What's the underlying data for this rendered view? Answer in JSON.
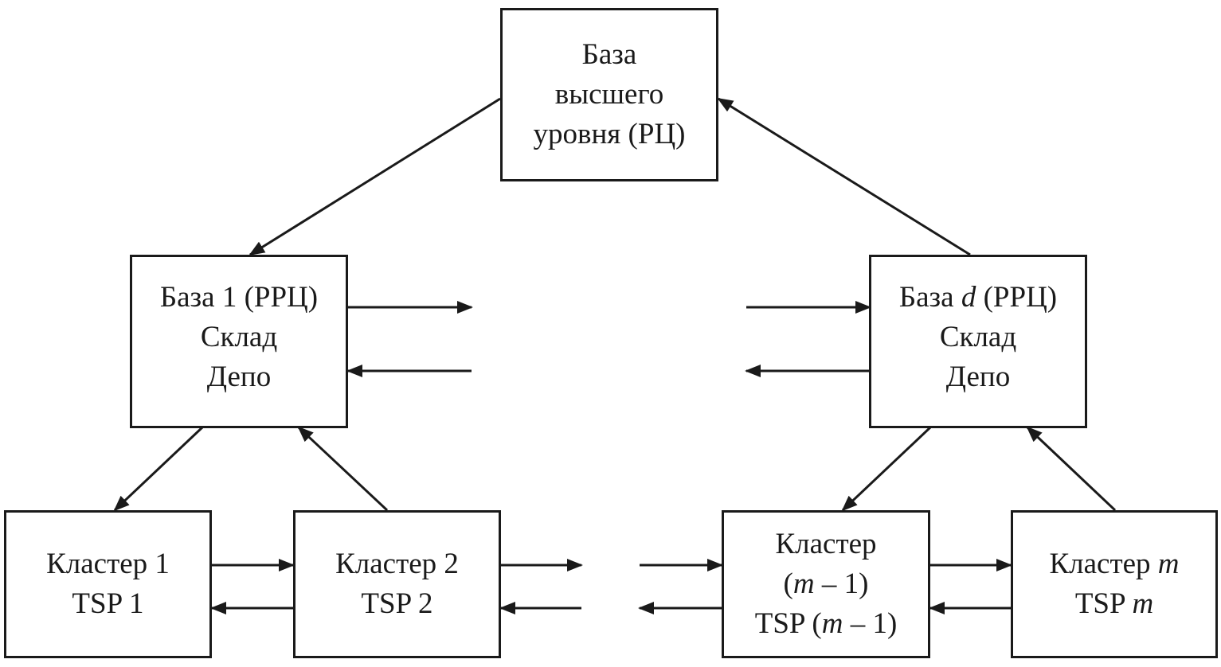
{
  "colors": {
    "stroke": "#1a1a1a",
    "background": "#ffffff"
  },
  "nodes": {
    "top": {
      "line1": "База",
      "line2": "высшего",
      "line3": "уровня (РЦ)"
    },
    "base1": {
      "line1": "База 1 (РРЦ)",
      "line2": "Склад",
      "line3": "Депо"
    },
    "based": {
      "line1_pre": "База ",
      "line1_var": "d",
      "line1_post": " (РРЦ)",
      "line2": "Склад",
      "line3": "Депо"
    },
    "cluster1": {
      "line1": "Кластер 1",
      "line2": "TSP 1"
    },
    "cluster2": {
      "line1": "Кластер 2",
      "line2": "TSP 2"
    },
    "clusterm1": {
      "line1": "Кластер",
      "line2_pre": "(",
      "line2_var": "m",
      "line2_post": " – 1)",
      "line3_pre": "TSP (",
      "line3_var": "m",
      "line3_post": " – 1)"
    },
    "clusterm": {
      "line1_pre": "Кластер ",
      "line1_var": "m",
      "line2_pre": "TSP ",
      "line2_var": "m"
    }
  }
}
